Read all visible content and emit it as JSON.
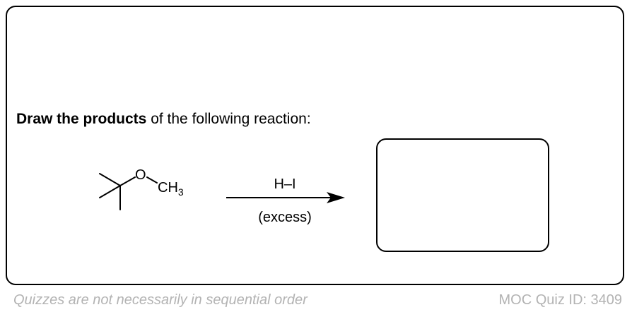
{
  "prompt": {
    "bold_text": "Draw the products",
    "rest_text": " of the following reaction:"
  },
  "molecule": {
    "oxygen_label": "O",
    "methyl_label": "CH",
    "methyl_subscript": "3"
  },
  "reaction": {
    "reagent": "H–I",
    "condition": "(excess)"
  },
  "footer": {
    "note": "Quizzes are not necessarily in sequential order",
    "quiz_id": "MOC Quiz ID: 3409"
  },
  "colors": {
    "footer_text": "#b3b3b3",
    "border": "#000000"
  }
}
